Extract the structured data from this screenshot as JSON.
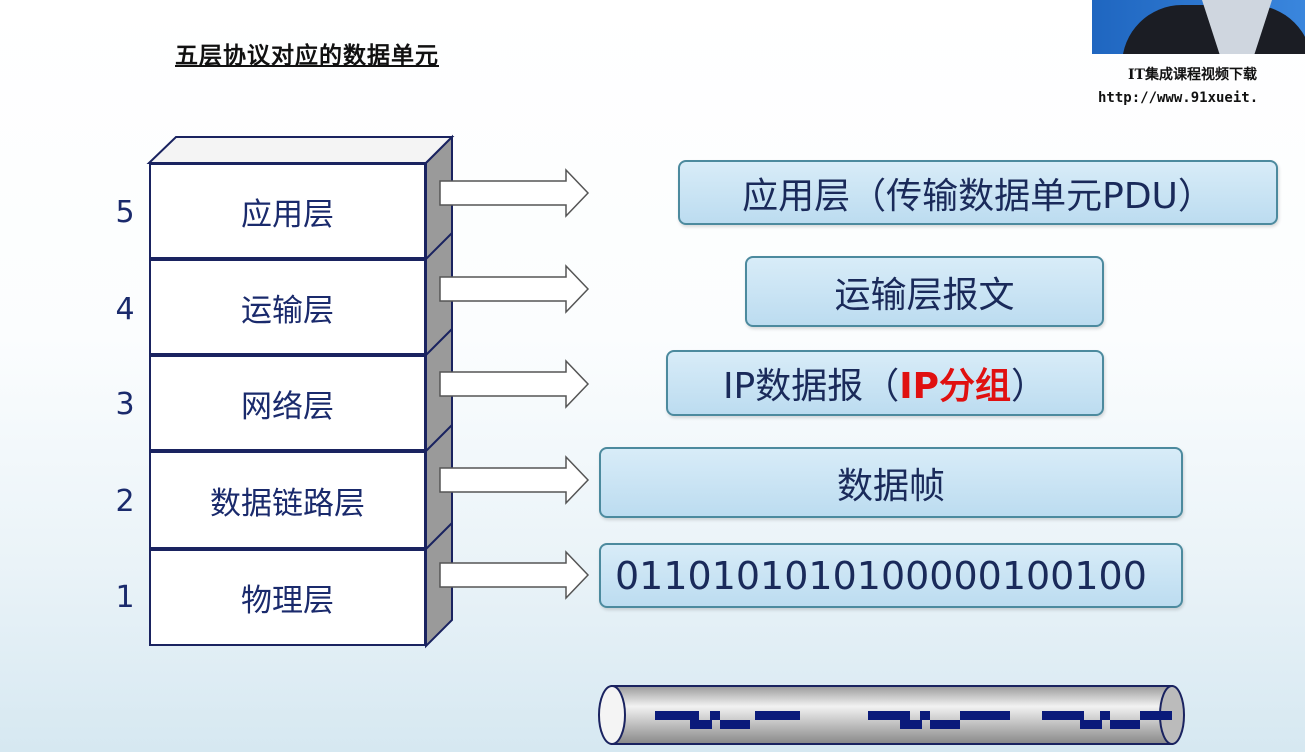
{
  "title": "五层协议对应的数据单元",
  "watermark": {
    "line1": "IT集成课程视频下载",
    "line2": "http://www.91xueit."
  },
  "layers": [
    {
      "num": "5",
      "name": "应用层"
    },
    {
      "num": "4",
      "name": "运输层"
    },
    {
      "num": "3",
      "name": "网络层"
    },
    {
      "num": "2",
      "name": "数据链路层"
    },
    {
      "num": "1",
      "name": "物理层"
    }
  ],
  "units": {
    "app": "应用层（传输数据单元PDU）",
    "transport": "运输层报文",
    "ip_prefix": "IP数据报（",
    "ip_highlight": "IP分组",
    "ip_suffix": "）",
    "frame": "数据帧",
    "bits": "0110101010100000100100"
  },
  "colors": {
    "accent_red": "#e01010",
    "text": "#1a2a6c"
  }
}
